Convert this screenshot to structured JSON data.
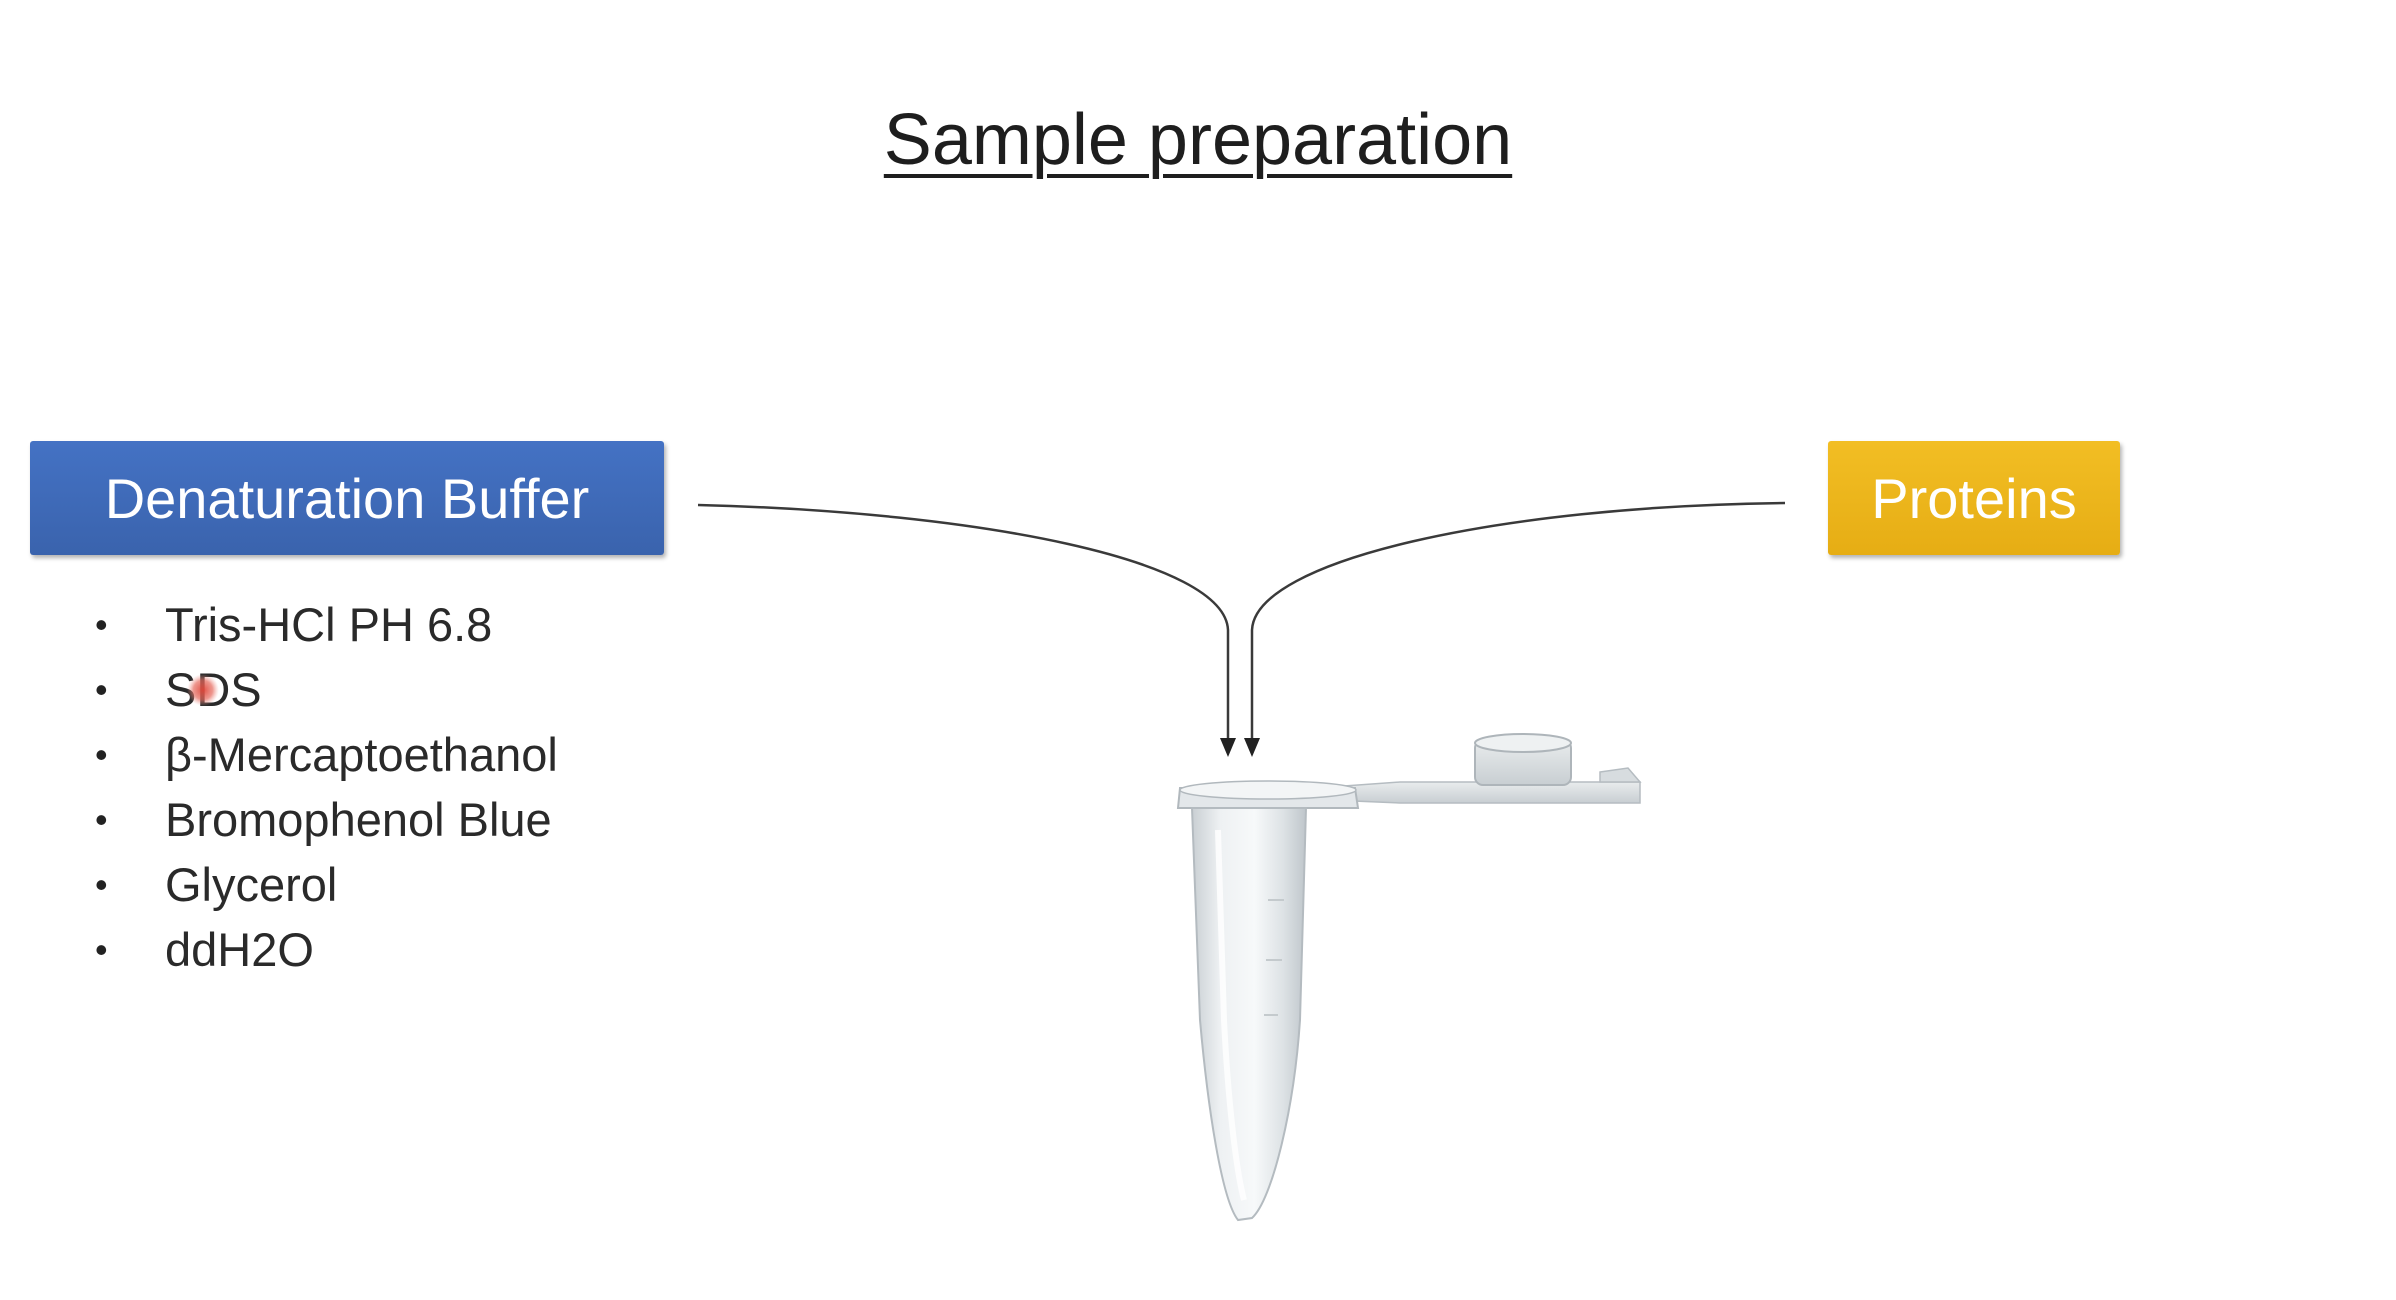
{
  "title": "Sample preparation",
  "buffer": {
    "label": "Denaturation Buffer",
    "color": "#4472C4",
    "ingredients": [
      "Tris-HCl PH 6.8",
      "SDS",
      "β-Mercaptoethanol",
      "Bromophenol Blue",
      "Glycerol",
      "ddH2O"
    ]
  },
  "proteins": {
    "label": "Proteins",
    "color": "#F2BE24"
  },
  "icons": {
    "tube": "microcentrifuge-tube-icon",
    "cursor": "pointer-highlight-icon"
  }
}
